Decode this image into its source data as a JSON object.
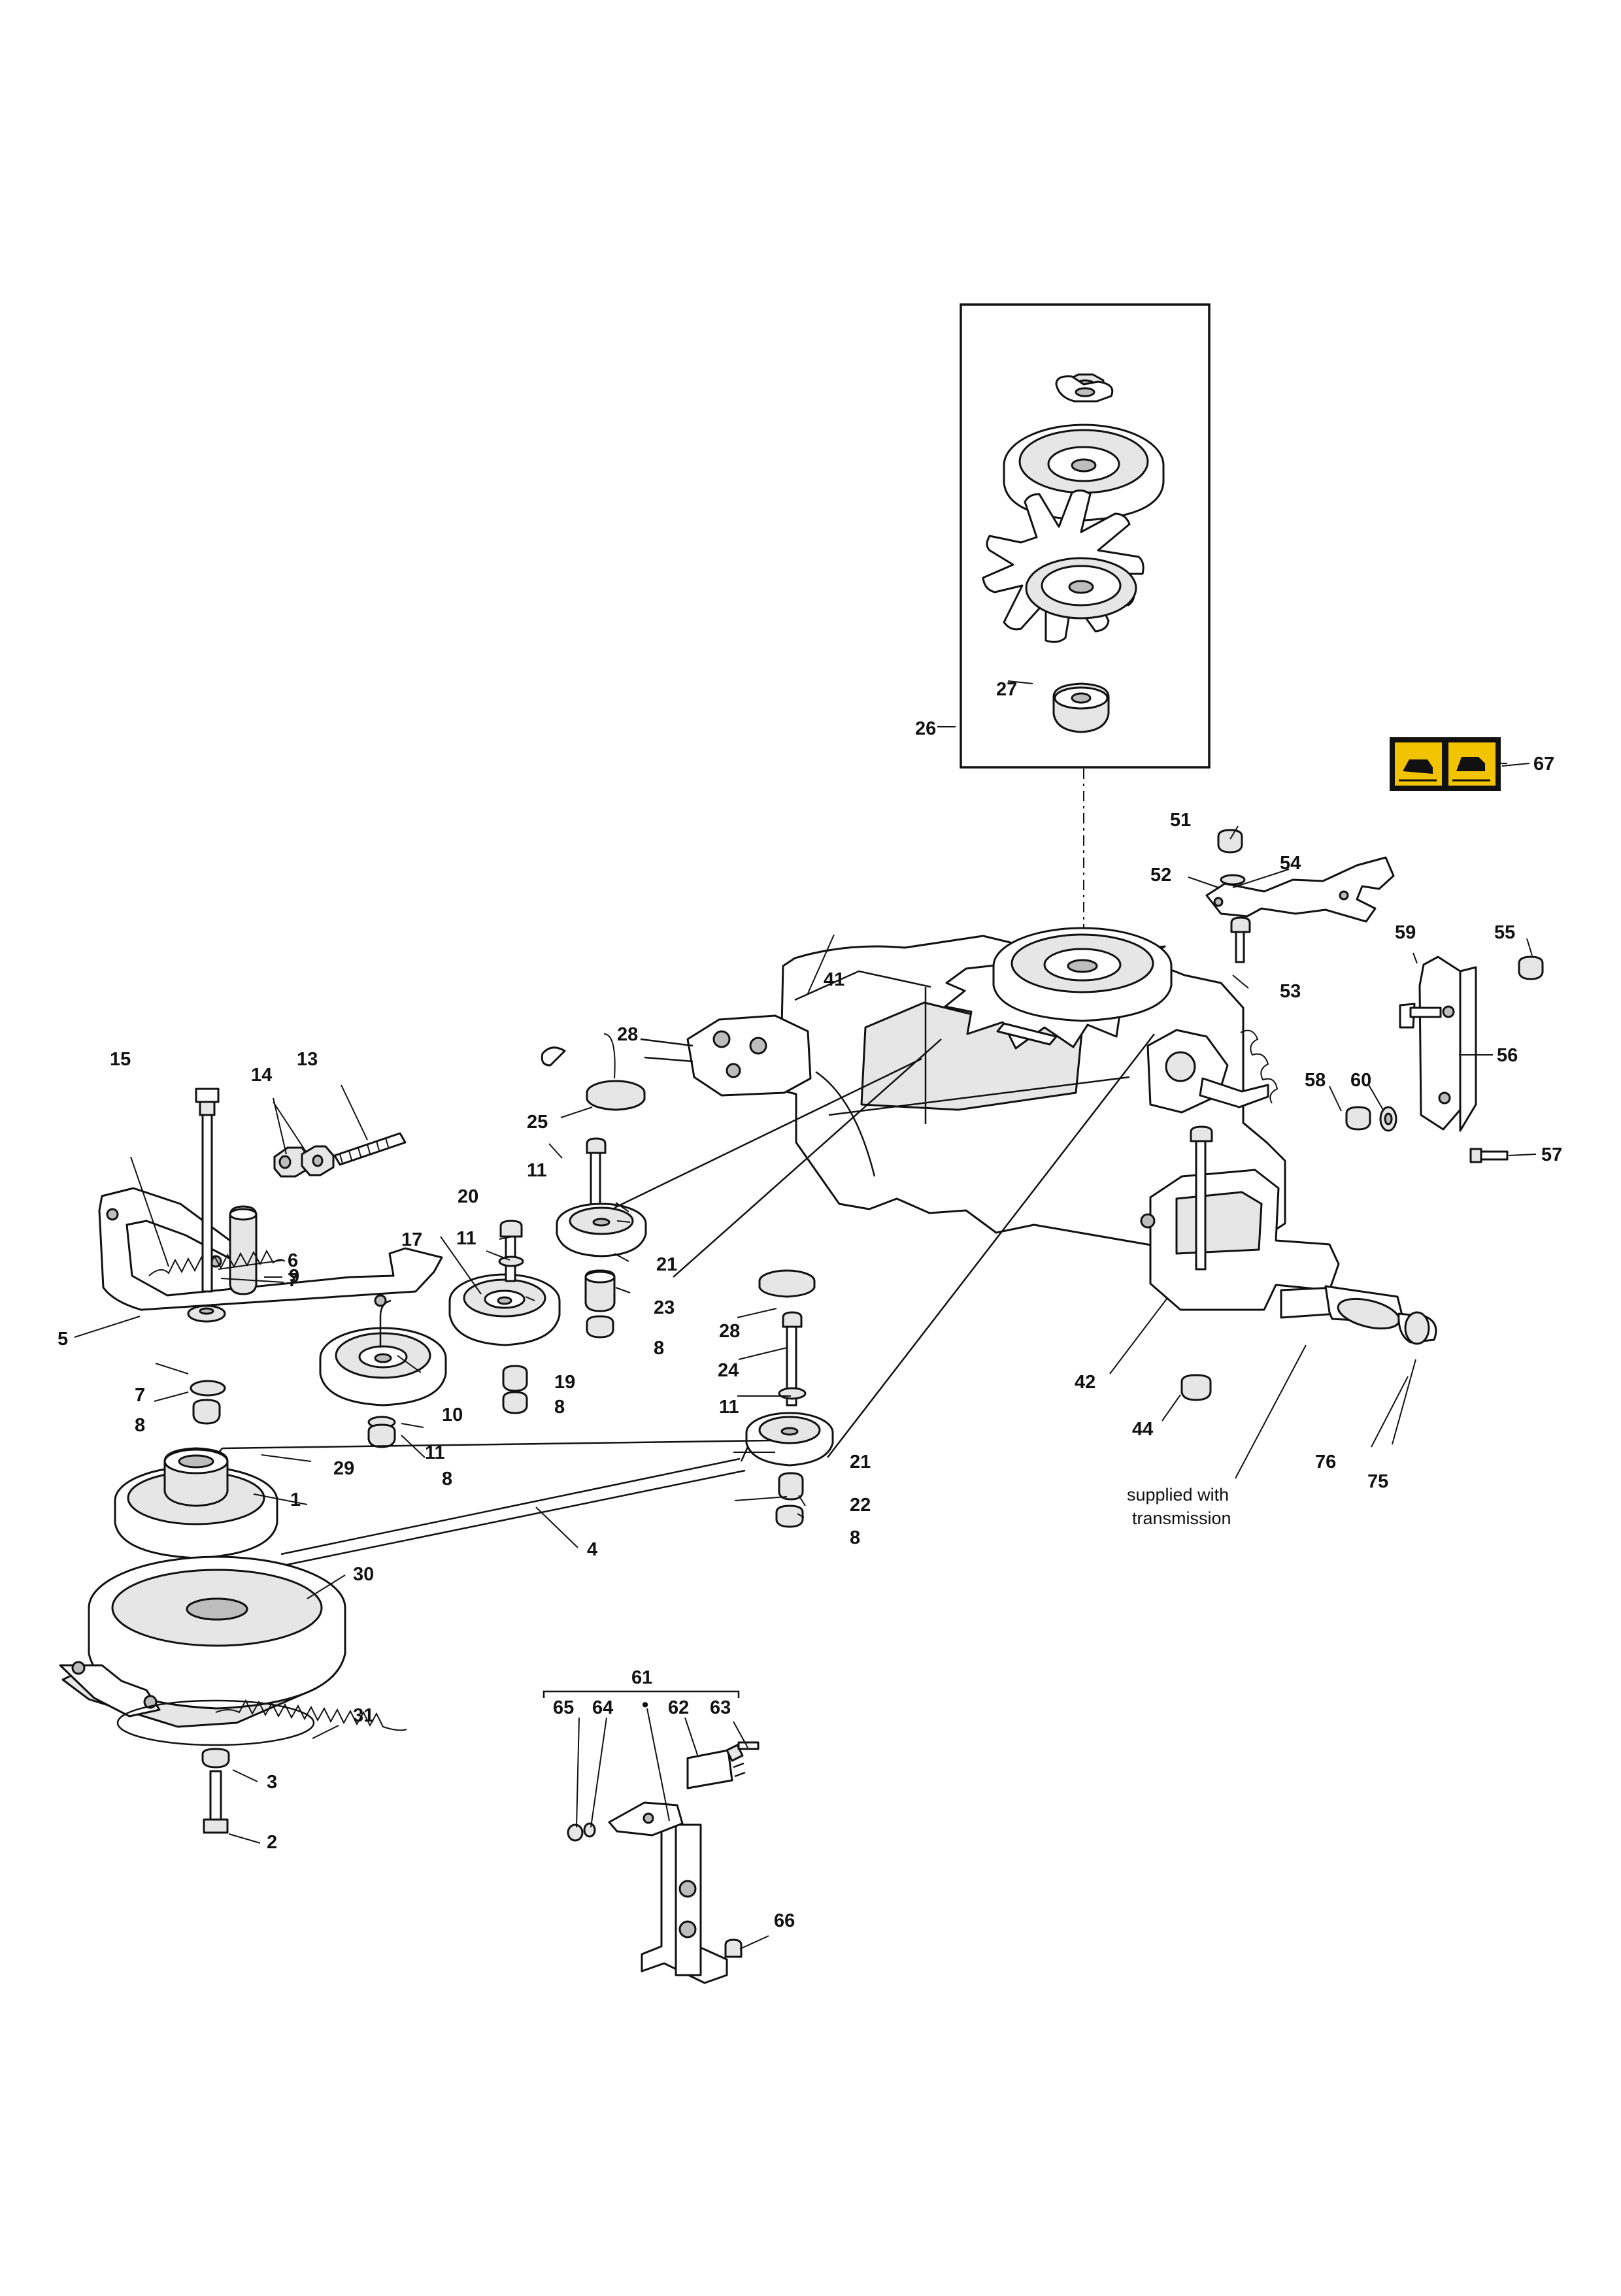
{
  "diagram": {
    "callouts": [
      "1",
      "2",
      "3",
      "4",
      "5",
      "6",
      "7",
      "7",
      "8",
      "8",
      "8",
      "8",
      "8",
      "9",
      "10",
      "11",
      "11",
      "11",
      "11",
      "13",
      "14",
      "15",
      "17",
      "19",
      "20",
      "21",
      "21",
      "22",
      "23",
      "24",
      "25",
      "26",
      "27",
      "28",
      "28",
      "29",
      "30",
      "31",
      "41",
      "42",
      "44",
      "51",
      "52",
      "53",
      "54",
      "55",
      "56",
      "57",
      "58",
      "59",
      "60",
      "61",
      "62",
      "63",
      "64",
      "65",
      "66",
      "67",
      "75",
      "76"
    ],
    "note_line1": "supplied with",
    "note_line2": "transmission",
    "bullet": "•"
  },
  "label_icon": {
    "name": "warning-decal-icon",
    "background": "#111111",
    "accent": "#f2c400"
  }
}
